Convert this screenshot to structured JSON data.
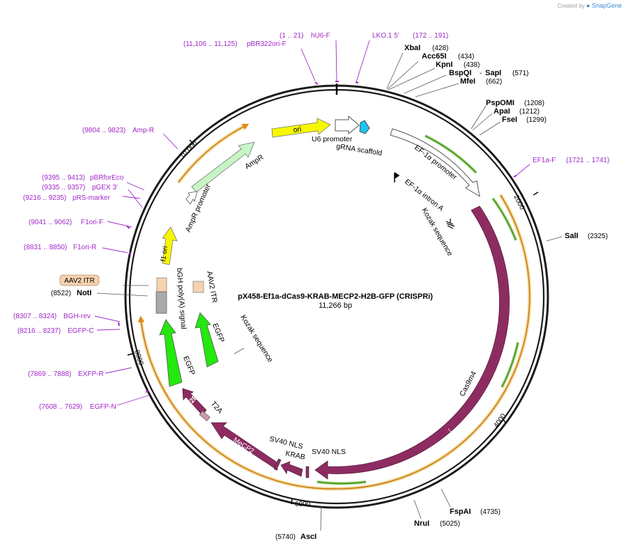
{
  "credit": {
    "prefix": "Created by",
    "brand": "SnapGene"
  },
  "plasmid": {
    "name": "pX458-Ef1a-dCas9-KRAB-MECP2-H2B-GFP (CRISPRi)",
    "size": "11,266 bp"
  },
  "ticks": [
    "2000",
    "4000",
    "6000",
    "8000",
    "10,000"
  ],
  "enzymes": {
    "xbai": {
      "name": "XbaI",
      "pos": "(428)"
    },
    "acc65i": {
      "name": "Acc65I",
      "pos": "(434)"
    },
    "kpni": {
      "name": "KpnI",
      "pos": "(438)"
    },
    "bspqi": {
      "name": "BspQI",
      "sep": "-",
      "name2": "SapI",
      "pos": "(571)"
    },
    "mfei": {
      "name": "MfeI",
      "pos": "(662)"
    },
    "pspomi": {
      "name": "PspOMI",
      "pos": "(1208)"
    },
    "apai": {
      "name": "ApaI",
      "pos": "(1212)"
    },
    "fsei": {
      "name": "FseI",
      "pos": "(1299)"
    },
    "sali": {
      "name": "SalI",
      "pos": "(2325)"
    },
    "fspai": {
      "name": "FspAI",
      "pos": "(4735)"
    },
    "nrui": {
      "name": "NruI",
      "pos": "(5025)"
    },
    "asci": {
      "name": "AscI",
      "pos": "(5740)"
    },
    "noti": {
      "name": "NotI",
      "pos": "(8522)"
    }
  },
  "primers": {
    "hu6f": {
      "name": "hU6-F",
      "pos": "(1 .. 21)"
    },
    "lko": {
      "name": "LKO.1 5'",
      "pos": "(172 .. 191)"
    },
    "pbr322": {
      "name": "pBR322ori-F",
      "pos": "(11,106 .. 11,125)"
    },
    "ampr": {
      "name": "Amp-R",
      "pos": "(9804 .. 9823)"
    },
    "ef1af": {
      "name": "EF1a-F",
      "pos": "(1721 .. 1741)"
    },
    "pbrforeco": {
      "name": "pBRforEco",
      "pos": "(9395 .. 9413)"
    },
    "pgex3": {
      "name": "pGEX 3'",
      "pos": "(9335 .. 9357)"
    },
    "prsmarker": {
      "name": "pRS-marker",
      "pos": "(9216 .. 9235)"
    },
    "f1orif": {
      "name": "F1ori-F",
      "pos": "(9041 .. 9062)"
    },
    "f1orir": {
      "name": "F1ori-R",
      "pos": "(8831 .. 8850)"
    },
    "bghrev": {
      "name": "BGH-rev",
      "pos": "(8307 .. 8324)"
    },
    "egfpc": {
      "name": "EGFP-C",
      "pos": "(8216 .. 8237)"
    },
    "exfpr": {
      "name": "EXFP-R",
      "pos": "(7869 .. 7888)"
    },
    "egfpn": {
      "name": "EGFP-N",
      "pos": "(7608 .. 7629)"
    }
  },
  "features": {
    "aav2_itr_left": "AAV2 ITR",
    "aav2_itr_right": "AAV2 ITR",
    "ori": "ori",
    "ampr": "AmpR",
    "ampr_promoter": "AmpR promoter",
    "f1_ori": "f1 ori",
    "u6_promoter": "U6 promoter",
    "grna_scaffold": "gRNA scaffold",
    "ef1a_promoter": "EF-1α promoter",
    "ef1a_intron": "EF-1α intron A",
    "kozak_top": "Kozak sequence",
    "kozak_mid": "Kozak sequence",
    "cas9": "Cas9m4",
    "sv40_nls_1": "SV40 NLS",
    "sv40_nls_2": "SV40 NLS",
    "krab": "KRAB",
    "mecp2": "MeCP2",
    "h2b": "H2B",
    "t2a": "T2A",
    "egfp_1": "EGFP",
    "egfp_2": "EGFP",
    "bgh": "bGH poly(A) signal"
  },
  "colors": {
    "backbone": "#1a1a1a",
    "primer": "#a127c9",
    "cds": "#8e2c62",
    "ori": "#f7f700",
    "ampr": "#c6f6c6",
    "gfp": "#24e80e",
    "itr": "#f6d2b0",
    "orange_band": "#f0b23a",
    "green_band": "#4ca01b",
    "u6": "#1ec3f0"
  }
}
